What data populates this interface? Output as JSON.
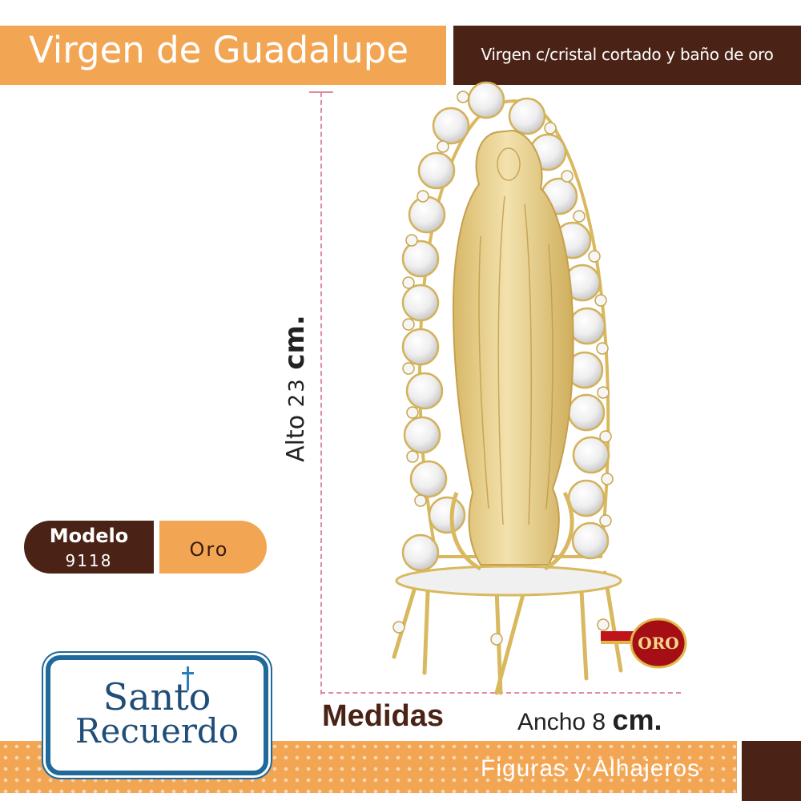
{
  "header": {
    "title": "Virgen de Guadalupe",
    "subtitle": "Virgen c/cristal cortado y baño de oro"
  },
  "dimensions": {
    "height_prefix": "Alto",
    "height_value": "23",
    "height_unit": "cm.",
    "medidas_label": "Medidas",
    "width_prefix": "Ancho",
    "width_value": "8",
    "width_unit": "cm."
  },
  "model": {
    "label": "Modelo",
    "number": "9118",
    "finish": "Oro"
  },
  "brand": {
    "line1": "Santo",
    "line2": "Recuerdo"
  },
  "seal": {
    "text": "ORO"
  },
  "footer": {
    "category": "Figuras y Alhajeros"
  },
  "colors": {
    "orange": "#f2a654",
    "brown": "#4a2316",
    "guide_pink": "#e08aa3",
    "logo_blue": "#1f6a9b",
    "gold": "#e8cf8a",
    "seal_red": "#c0141c"
  }
}
